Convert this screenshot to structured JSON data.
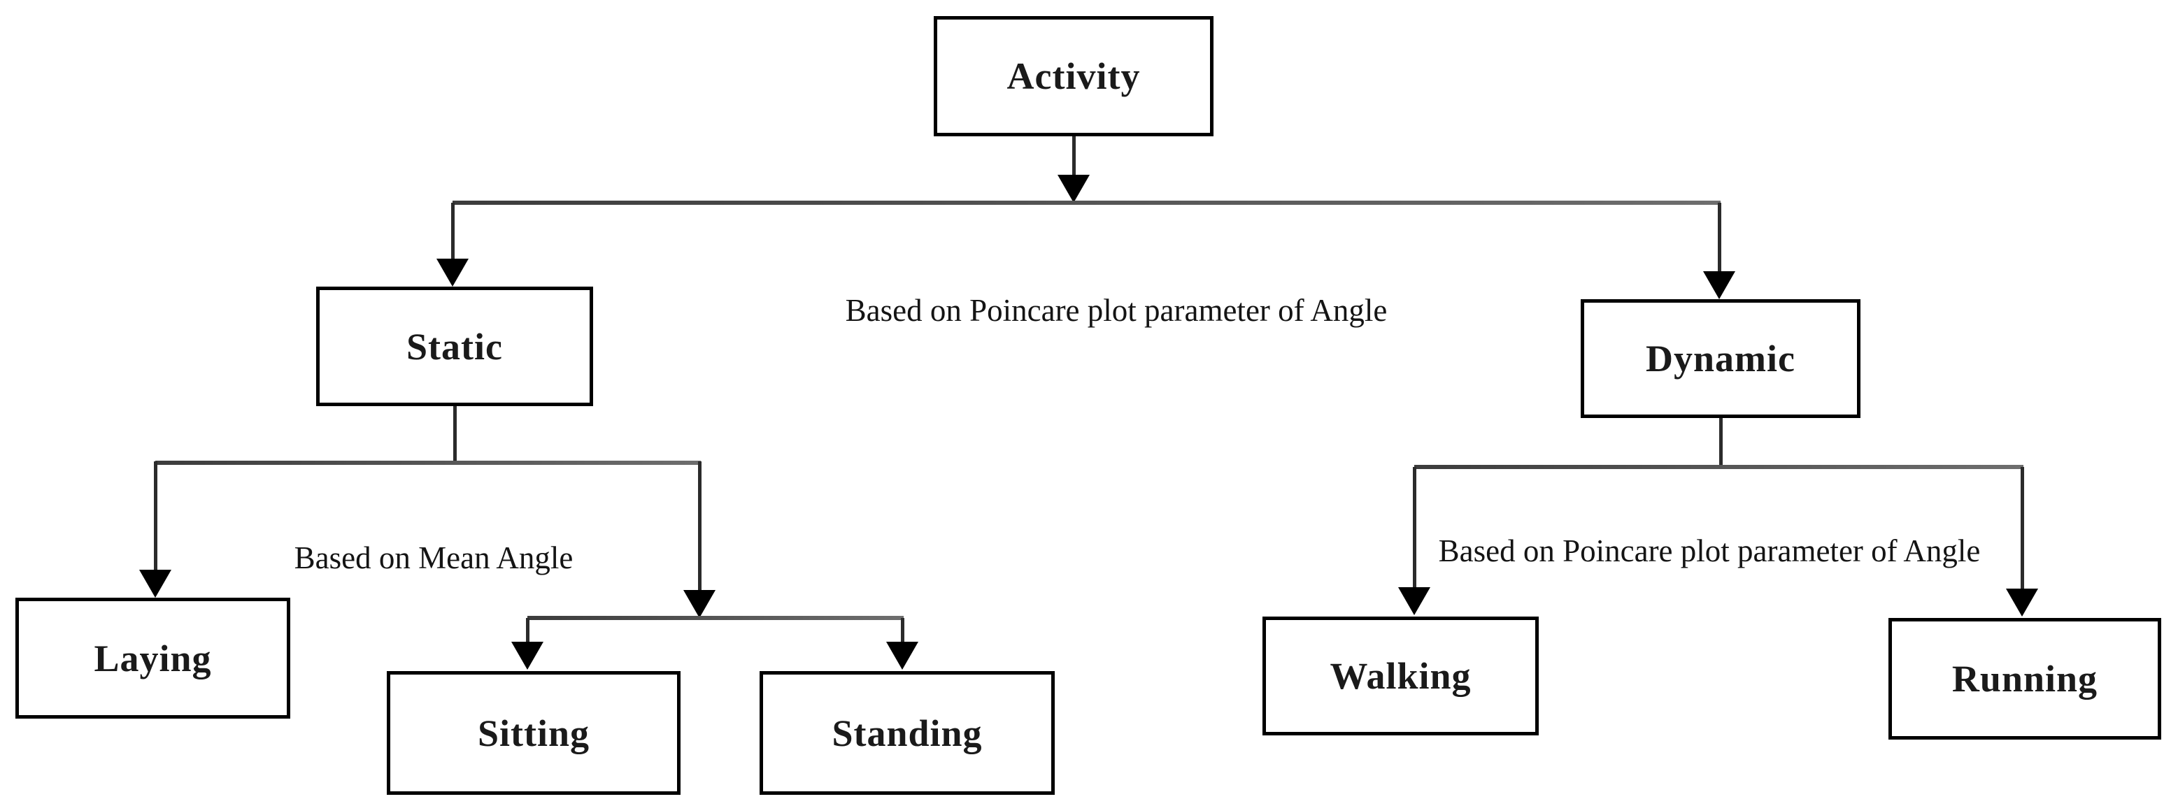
{
  "diagram": {
    "type": "flowchart",
    "nodes": {
      "activity": {
        "label": "Activity"
      },
      "static": {
        "label": "Static"
      },
      "dynamic": {
        "label": "Dynamic"
      },
      "laying": {
        "label": "Laying"
      },
      "sitting": {
        "label": "Sitting"
      },
      "standing": {
        "label": "Standing"
      },
      "walking": {
        "label": "Walking"
      },
      "running": {
        "label": "Running"
      }
    },
    "annotations": {
      "root_split": "Based on Poincare plot parameter of Angle",
      "static_split": "Based on Mean Angle",
      "dynamic_split": "Based on Poincare plot parameter of Angle"
    },
    "edges": [
      {
        "from": "Activity",
        "to": "Static"
      },
      {
        "from": "Activity",
        "to": "Dynamic"
      },
      {
        "from": "Static",
        "to": "Laying"
      },
      {
        "from": "Static",
        "to": "Sitting"
      },
      {
        "from": "Static",
        "to": "Standing"
      },
      {
        "from": "Dynamic",
        "to": "Walking"
      },
      {
        "from": "Dynamic",
        "to": "Running"
      }
    ],
    "colors": {
      "background": "#ffffff",
      "box_border": "#000000",
      "connector_line": "#4a4a4a",
      "arrowhead": "#000000",
      "text": "#1a1a1a"
    }
  }
}
